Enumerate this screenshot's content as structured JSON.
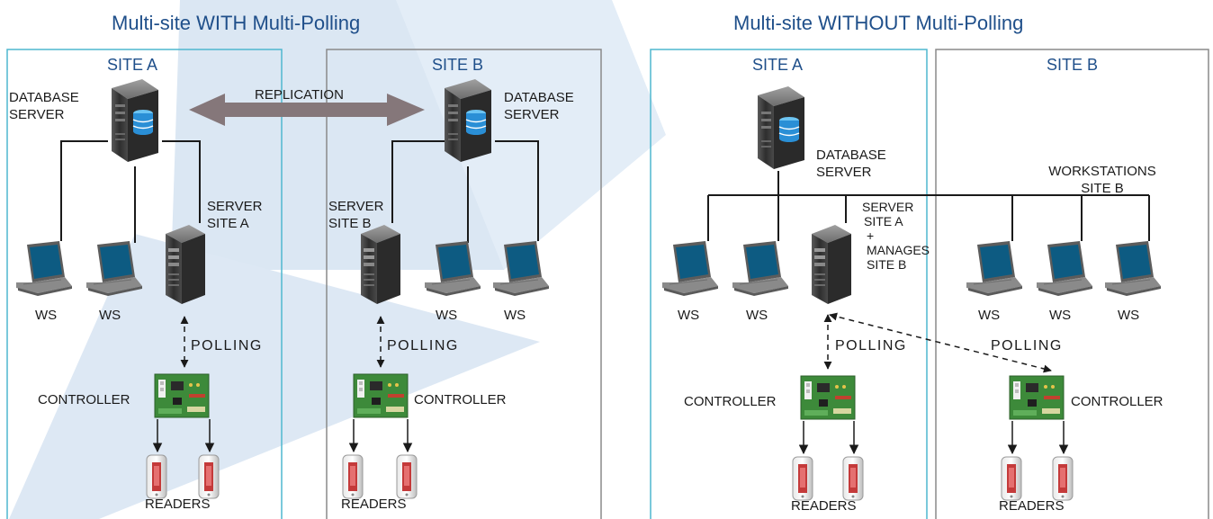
{
  "colors": {
    "title_blue": "#1f4f8a",
    "frame_teal": "#4fb7cf",
    "frame_gray": "#8a8a8a",
    "watermark": "#dbe7f3",
    "replication_arrow": "#85777a",
    "laptop_screen": "#0d5b82",
    "controller_board": "#3d8a3a",
    "server_body": "#3b3b3b",
    "database_disk": "#2a8fd6"
  },
  "left_panel": {
    "title": "Multi-site WITH Multi-Polling",
    "site_a": {
      "title": "SITE A",
      "database_label": [
        "DATABASE",
        "SERVER"
      ],
      "server_label": [
        "SERVER",
        "SITE A"
      ],
      "ws_labels": [
        "WS",
        "WS"
      ],
      "polling_label": "POLLING",
      "controller_label": "CONTROLLER",
      "readers_label": "READERS"
    },
    "site_b": {
      "title": "SITE B",
      "database_label": [
        "DATABASE",
        "SERVER"
      ],
      "server_label": [
        "SERVER",
        "SITE B"
      ],
      "ws_labels": [
        "WS",
        "WS"
      ],
      "polling_label": "POLLING",
      "controller_label": "CONTROLLER",
      "readers_label": "READERS"
    },
    "replication_label": "REPLICATION"
  },
  "right_panel": {
    "title": "Multi-site WITHOUT Multi-Polling",
    "site_a": {
      "title": "SITE A",
      "database_label": [
        "DATABASE",
        "SERVER"
      ],
      "server_label": [
        "SERVER",
        "SITE A",
        "+",
        "MANAGES",
        "SITE B"
      ],
      "ws_labels": [
        "WS",
        "WS"
      ],
      "polling_label": "POLLING",
      "controller_label": "CONTROLLER",
      "readers_label": "READERS"
    },
    "site_b": {
      "title": "SITE B",
      "workstations_label": [
        "WORKSTATIONS",
        "SITE B"
      ],
      "ws_labels": [
        "WS",
        "WS",
        "WS"
      ],
      "polling_label": "POLLING",
      "controller_label": "CONTROLLER",
      "readers_label": "READERS"
    }
  },
  "icons": {
    "database": "database-server-icon",
    "server": "tower-server-icon",
    "workstation": "laptop-icon",
    "controller": "controller-board-icon",
    "reader": "card-reader-icon"
  }
}
